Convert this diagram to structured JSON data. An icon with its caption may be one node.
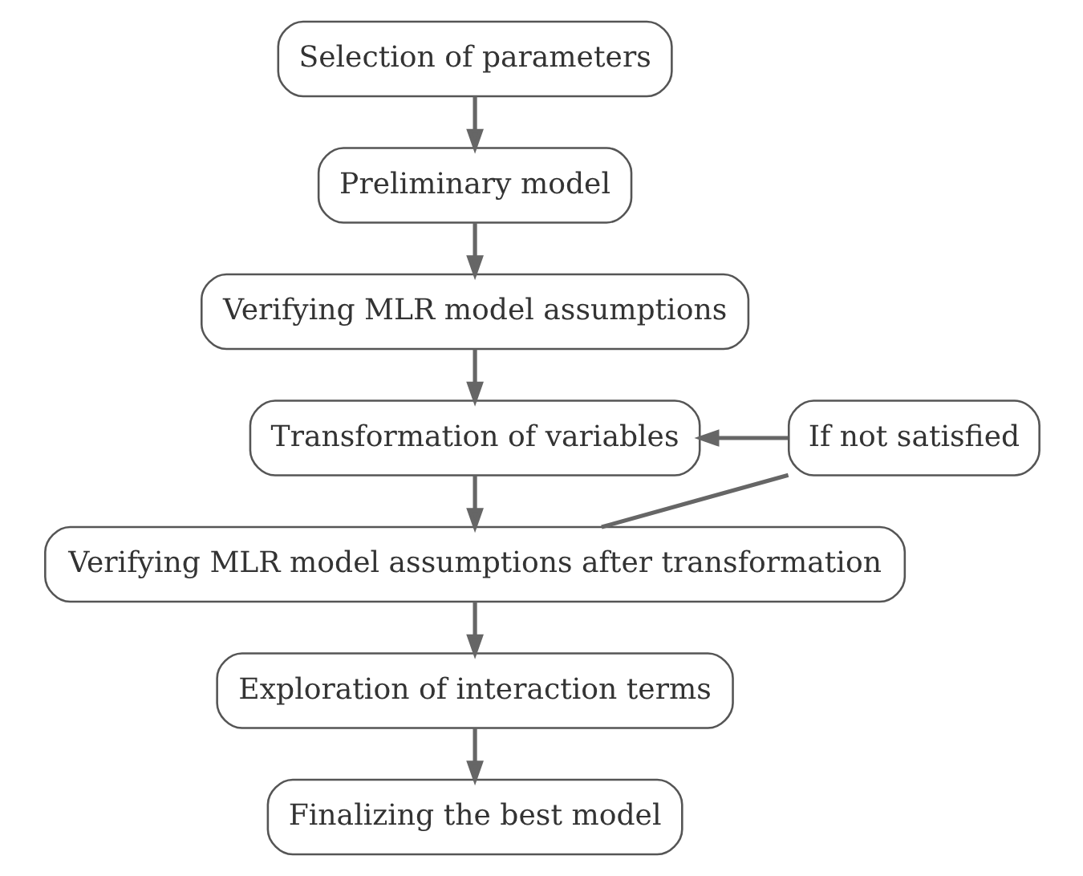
{
  "diagram": {
    "nodes": [
      {
        "text": [
          "Selection of parameters"
        ]
      },
      {
        "text": [
          "Preliminary model"
        ]
      },
      {
        "text": [
          "Verifying MLR model assumptions"
        ]
      },
      {
        "text": [
          "Transformation of variables"
        ]
      },
      {
        "text": [
          "Verifying MLR model assumptions after transformation"
        ]
      },
      {
        "text": [
          "Exploration of interaction terms"
        ]
      },
      {
        "text": [
          "Finalizing the best model"
        ]
      },
      {
        "text": [
          "If not satisfied"
        ]
      }
    ],
    "edges": [
      {
        "from": 0,
        "to": 1,
        "arrow": "to"
      },
      {
        "from": 1,
        "to": 2,
        "arrow": "to"
      },
      {
        "from": 2,
        "to": 3,
        "arrow": "to"
      },
      {
        "from": 3,
        "to": 4,
        "arrow": "to"
      },
      {
        "from": 4,
        "to": 5,
        "arrow": "to"
      },
      {
        "from": 5,
        "to": 6,
        "arrow": "to"
      },
      {
        "from": 4,
        "to": 7,
        "arrow": "none"
      },
      {
        "from": 7,
        "to": 3,
        "arrow": "to"
      }
    ]
  }
}
